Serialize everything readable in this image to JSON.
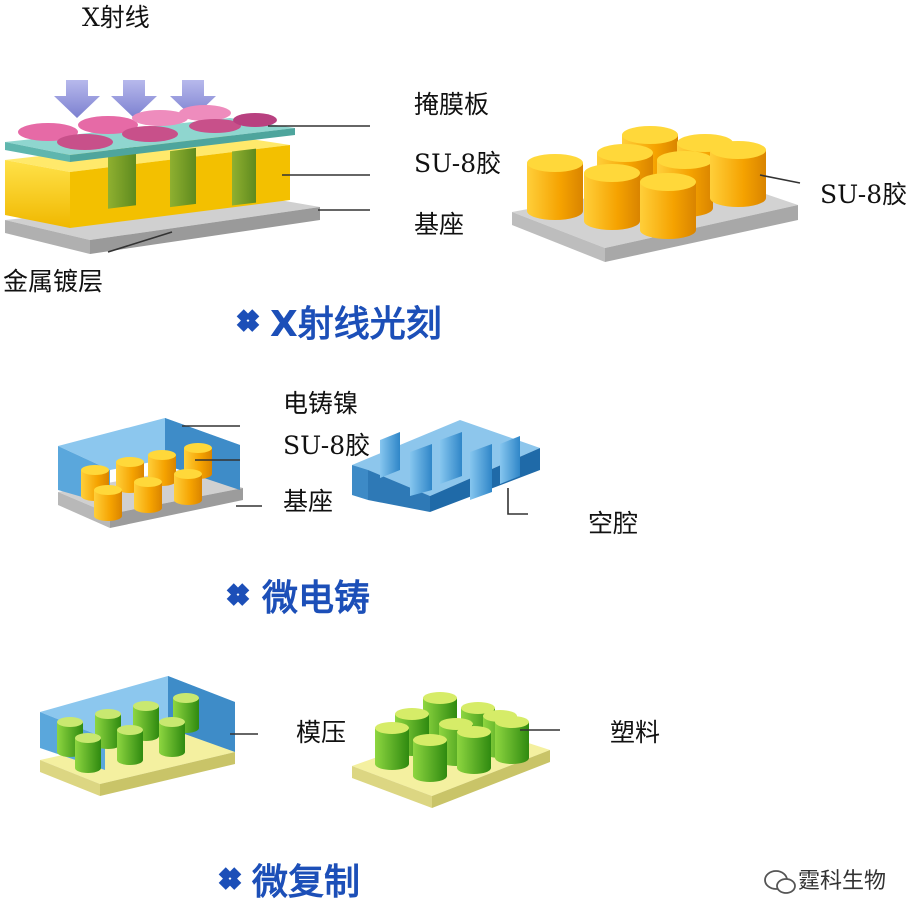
{
  "stages": [
    {
      "title": "X射线光刻",
      "labels": {
        "source": "X射线",
        "mask": "掩膜板",
        "resist": "SU-8胶",
        "base": "基座",
        "coating": "金属镀层",
        "product_resist": "SU-8胶"
      }
    },
    {
      "title": "微电铸",
      "labels": {
        "nickel": "电铸镍",
        "resist": "SU-8胶",
        "base": "基座",
        "cavity": "空腔"
      }
    },
    {
      "title": "微复制",
      "labels": {
        "mold": "模压",
        "plastic": "塑料"
      }
    }
  ],
  "watermark": "霆科生物",
  "colors": {
    "title_blue": "#1c4fb8",
    "resist_yellow": "#f5c000",
    "pillar_orange": "#f59a00",
    "nickel_blue": "#4aa0dc",
    "plastic_green": "#49a820",
    "mask_pink": "#e66aa6",
    "mask_teal": "#7fd0c8",
    "base_gray": "#c8c8c8"
  }
}
